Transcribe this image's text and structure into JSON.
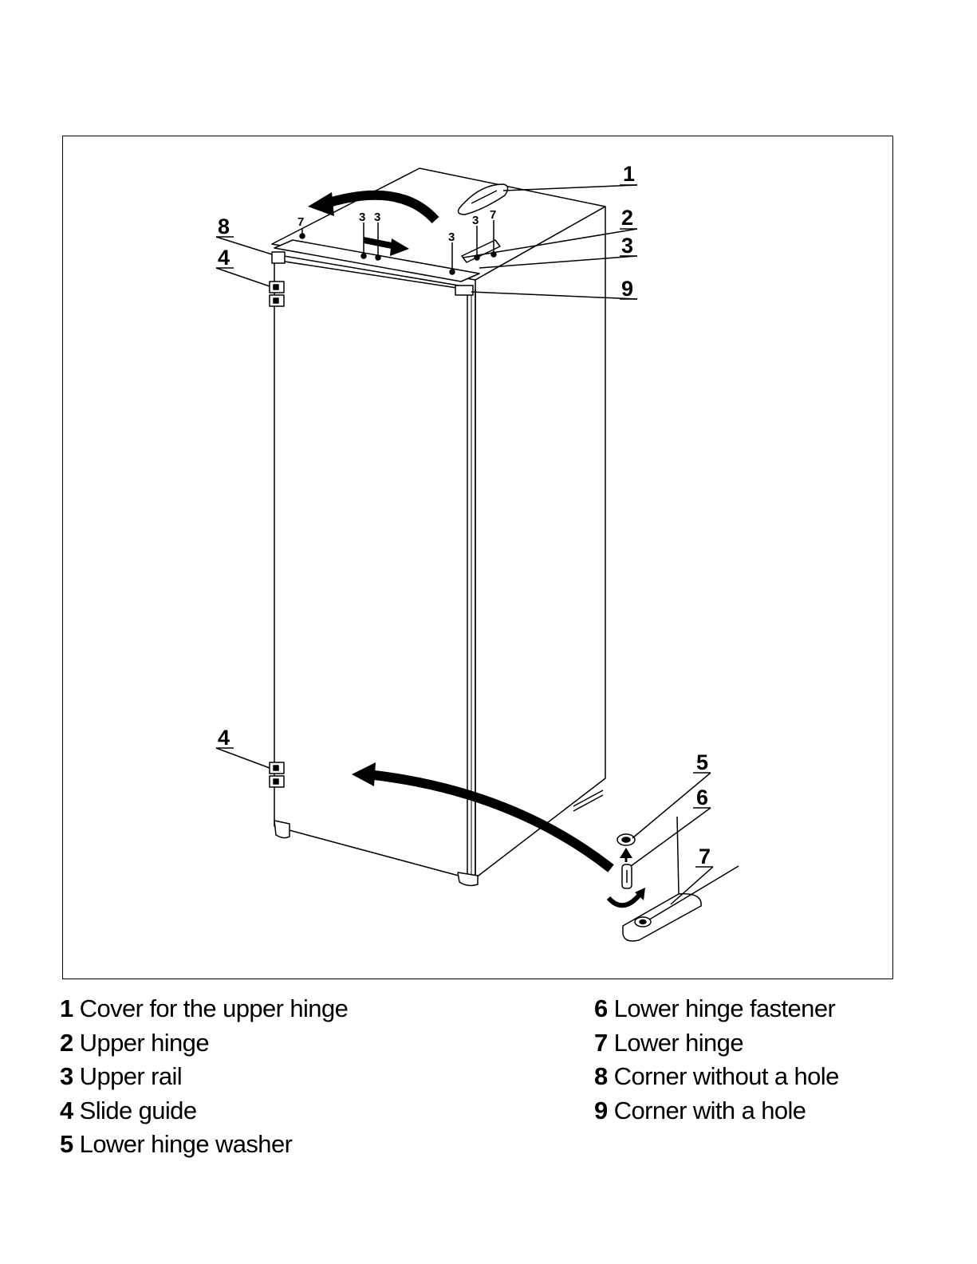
{
  "callouts": {
    "c1": "1",
    "c2": "2",
    "c3": "3",
    "c4_top": "4",
    "c4_bottom": "4",
    "c5": "5",
    "c6": "6",
    "c7": "7",
    "c8": "8",
    "c9": "9",
    "small_7a": "7",
    "small_3a": "3",
    "small_3b": "3",
    "small_3c": "3",
    "small_3d": "3",
    "small_7b": "7"
  },
  "legend": {
    "left": [
      {
        "num": "1",
        "text": "Cover for the upper hinge"
      },
      {
        "num": "2",
        "text": "Upper hinge"
      },
      {
        "num": "3",
        "text": "Upper rail"
      },
      {
        "num": "4",
        "text": "Slide guide"
      },
      {
        "num": "5",
        "text": "Lower hinge washer"
      }
    ],
    "right": [
      {
        "num": "6",
        "text": "Lower hinge fastener"
      },
      {
        "num": "7",
        "text": "Lower hinge"
      },
      {
        "num": "8",
        "text": "Corner without a hole"
      },
      {
        "num": "9",
        "text": "Corner with a hole"
      }
    ]
  }
}
